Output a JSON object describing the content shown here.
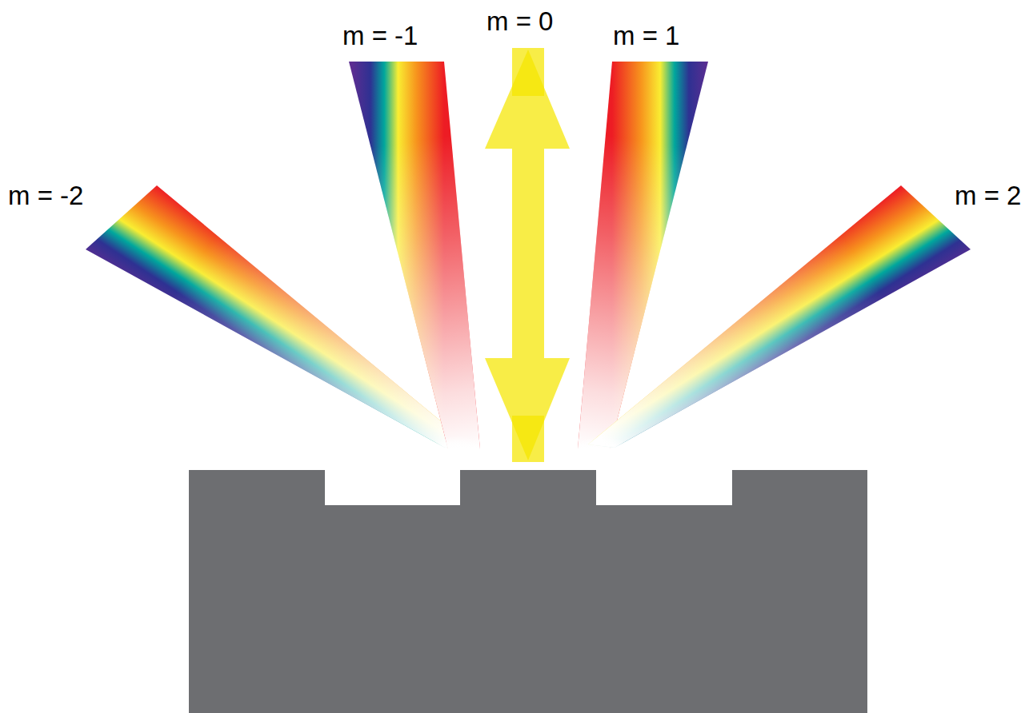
{
  "diagram": {
    "labels": [
      "m = -2",
      "m = -1",
      "m = 0",
      "m = 1",
      "m = 2"
    ]
  }
}
